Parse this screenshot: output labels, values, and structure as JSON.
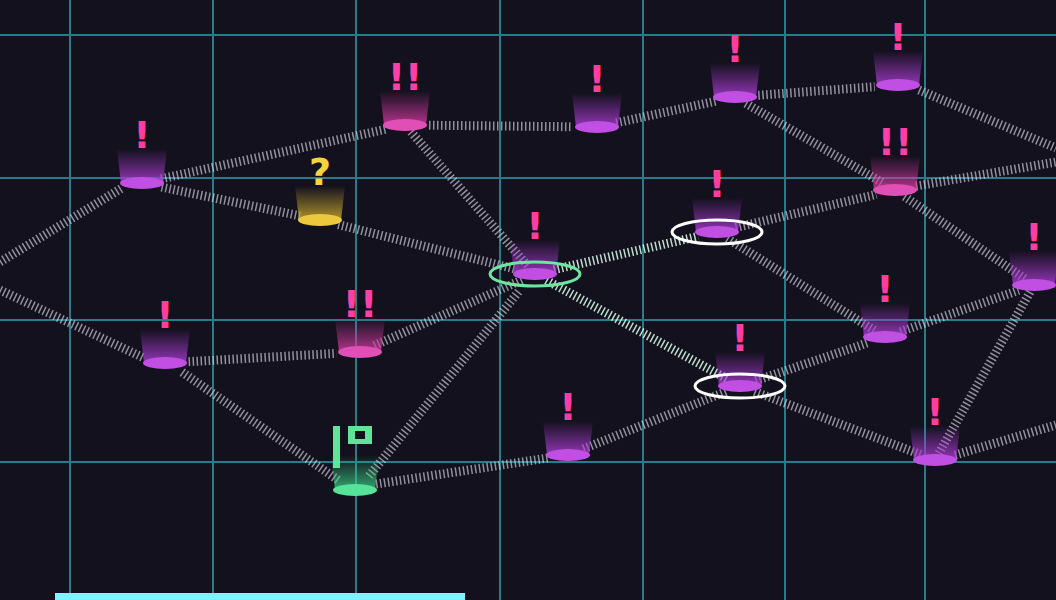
{
  "diagram": {
    "nodes": [
      {
        "text": [
          "!"
        ]
      },
      {
        "text": [
          "!"
        ]
      },
      {
        "text": [
          "!!"
        ]
      },
      {
        "text": [
          "!"
        ]
      },
      {
        "text": [
          "!"
        ]
      },
      {
        "text": [
          "!!"
        ]
      },
      {
        "text": [
          "?"
        ]
      },
      {
        "text": [
          "!"
        ]
      },
      {
        "text": [
          "!"
        ]
      },
      {
        "text": [
          "!"
        ]
      },
      {
        "text": [
          "!"
        ]
      },
      {
        "text": [
          "!!"
        ]
      },
      {
        "text": [
          "!"
        ]
      },
      {
        "text": [
          "!"
        ]
      },
      {
        "text": [
          "!"
        ]
      },
      {
        "text": [
          "!"
        ]
      }
    ],
    "edges": [
      {
        "from": 4,
        "to": 2,
        "arrow": "none"
      },
      {
        "from": 4,
        "to": 6,
        "arrow": "none"
      },
      {
        "from": 6,
        "to": 8,
        "arrow": "none"
      },
      {
        "from": 2,
        "to": 3,
        "arrow": "none"
      },
      {
        "from": 3,
        "to": 1,
        "arrow": "none"
      },
      {
        "from": 1,
        "to": 0,
        "arrow": "none"
      },
      {
        "from": 1,
        "to": 5,
        "arrow": "none"
      },
      {
        "from": 2,
        "to": 8,
        "arrow": "none"
      },
      {
        "from": 8,
        "to": 7,
        "arrow": "none"
      },
      {
        "from": 8,
        "to": 13,
        "arrow": "none"
      },
      {
        "from": 8,
        "to": 11,
        "arrow": "none"
      },
      {
        "from": 7,
        "to": 5,
        "arrow": "none"
      },
      {
        "from": 7,
        "to": 10,
        "arrow": "none"
      },
      {
        "from": 5,
        "to": 9,
        "arrow": "none"
      },
      {
        "from": 10,
        "to": 9,
        "arrow": "none"
      },
      {
        "from": 13,
        "to": 10,
        "arrow": "none"
      },
      {
        "from": 9,
        "to": 15,
        "arrow": "none"
      },
      {
        "from": 13,
        "to": 14,
        "arrow": "none"
      },
      {
        "from": 13,
        "to": 15,
        "arrow": "none"
      },
      {
        "from": 12,
        "to": 11,
        "arrow": "none"
      }
    ]
  }
}
